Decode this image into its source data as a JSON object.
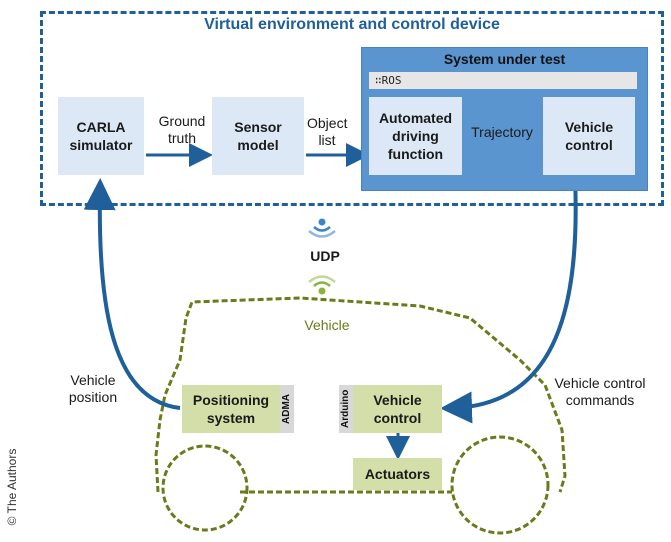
{
  "frame": {
    "title": "Virtual environment and control device"
  },
  "carla": {
    "label": "CARLA simulator"
  },
  "ground_truth": {
    "label": "Ground truth"
  },
  "sensor_model": {
    "label": "Sensor model"
  },
  "object_list": {
    "label": "Object list"
  },
  "sut": {
    "title": "System under test",
    "ros": "∷ROS",
    "adf": "Automated driving function",
    "trajectory": "Trajectory",
    "vehicle_control": "Vehicle control"
  },
  "udp": {
    "label": "UDP"
  },
  "vehicle": {
    "title": "Vehicle",
    "positioning": "Positioning system",
    "adma": "ADMA",
    "arduino": "Arduino",
    "vehicle_control": "Vehicle control",
    "actuators": "Actuators",
    "position_label": "Vehicle position",
    "commands_label": "Vehicle control commands"
  },
  "copyright": "© The Authors",
  "colors": {
    "blue": "#1f5f9a",
    "sut_blue": "#5b95cf",
    "light_blue": "#dce8f6",
    "olive": "#6b7a1a",
    "light_green": "#d3dea9"
  }
}
